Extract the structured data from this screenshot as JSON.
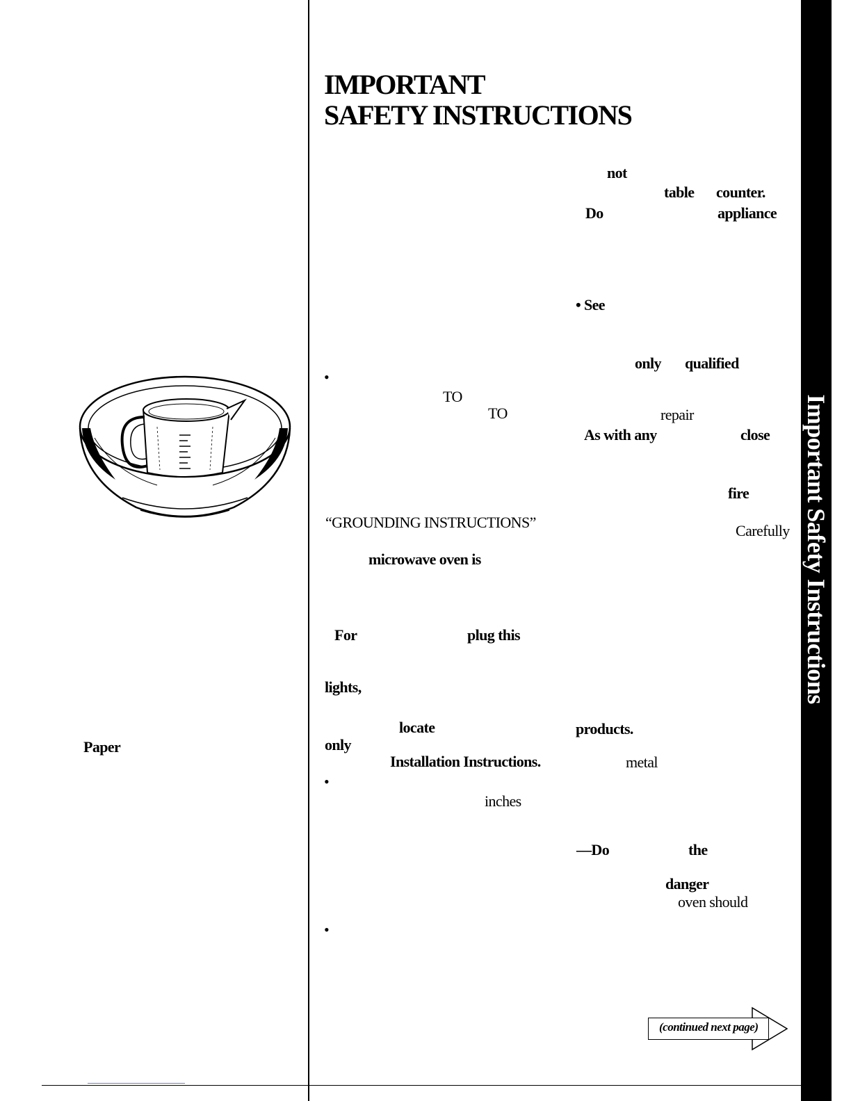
{
  "page": {
    "title_line1": "IMPORTANT",
    "title_line2": "SAFETY INSTRUCTIONS",
    "side_tab": "Important Safety Instructions",
    "continued": "(continued next page)"
  },
  "words": {
    "not": "not",
    "table": "table",
    "counter": "counter.",
    "do": "Do",
    "appliance": "appliance",
    "see": "• See",
    "only1": "only",
    "qualified": "qualified",
    "to1": "TO",
    "to2": "TO",
    "repair": "repair",
    "as_with_any": "As with any",
    "close": "close",
    "fire": "fire",
    "grounding": "“GROUNDING INSTRUCTIONS”",
    "carefully": "Carefully",
    "microwave_oven_is": "microwave oven is",
    "for": "For",
    "plug_this": "plug this",
    "lights": "lights,",
    "locate": "locate",
    "products": "products.",
    "only2": "only",
    "installation": "Installation Instructions.",
    "metal": "metal",
    "inches": "inches",
    "do2": "—Do",
    "the": "the",
    "danger": "danger",
    "oven_should": "oven should",
    "paper": "Paper"
  },
  "bullets": [
    "•",
    "•",
    "•"
  ]
}
